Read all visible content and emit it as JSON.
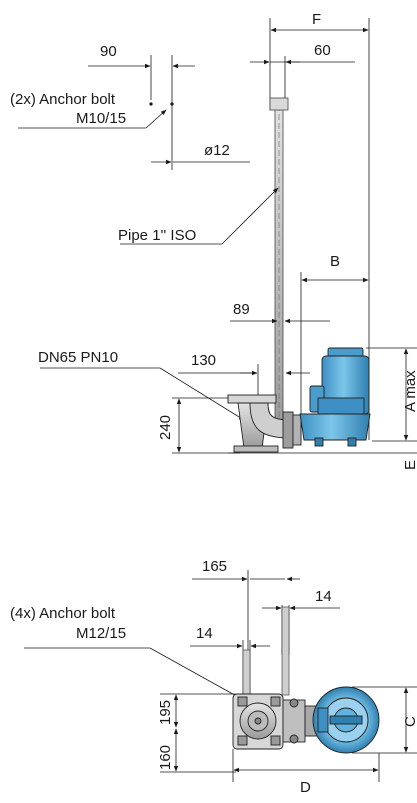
{
  "labels": {
    "dim_f": "F",
    "dim_90": "90",
    "dim_60": "60",
    "anchor_bolt_1_line1": "(2x) Anchor bolt",
    "anchor_bolt_1_line2": "M10/15",
    "dim_d12": "ø12",
    "pipe": "Pipe 1'' ISO",
    "dim_b": "B",
    "dim_89": "89",
    "flange": "DN65 PN10",
    "dim_130": "130",
    "dim_240": "240",
    "dim_a_max": "A max",
    "dim_e": "E",
    "dim_165": "165",
    "anchor_bolt_2_line1": "(4x) Anchor bolt",
    "anchor_bolt_2_line2": "M12/15",
    "dim_14_top": "14",
    "dim_14_left": "14",
    "dim_195": "195",
    "dim_160": "160",
    "dim_c": "C",
    "dim_d": "D"
  },
  "colors": {
    "line": "#1a1a1a",
    "pump_blue": "#5fb3dd",
    "pump_blue_dark": "#2f7fb0",
    "metal_grey": "#c9c9c9",
    "metal_dark": "#8a8a8a"
  }
}
